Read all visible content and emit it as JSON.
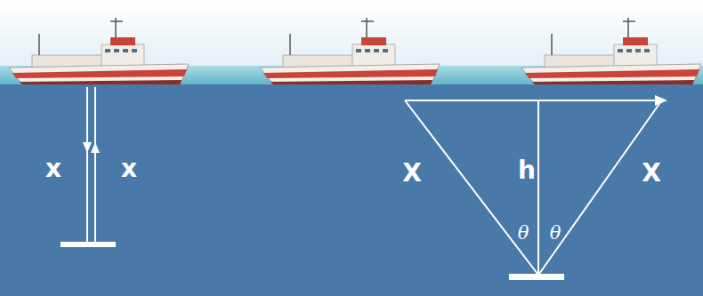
{
  "diagram": {
    "labels": [
      "x",
      "x",
      "X",
      "h",
      "θ",
      "θ",
      "X"
    ]
  }
}
